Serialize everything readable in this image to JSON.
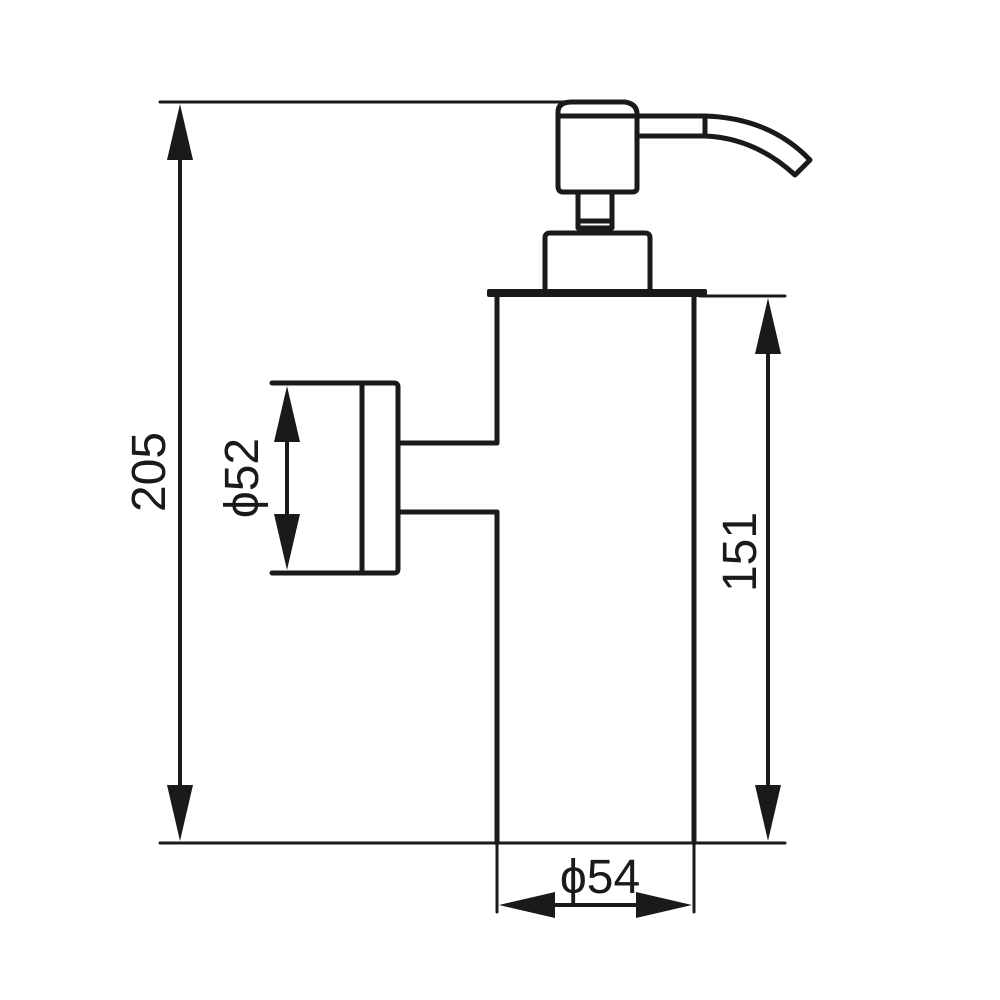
{
  "drawing": {
    "subject": "Wall-mounted soap dispenser",
    "units": "mm",
    "dimensions": {
      "total_height": "205",
      "body_height": "151",
      "wall_mount_diameter": "ϕ52",
      "body_diameter": "ϕ54"
    },
    "colors": {
      "line": "#1a1a1a",
      "background": "#ffffff"
    }
  }
}
